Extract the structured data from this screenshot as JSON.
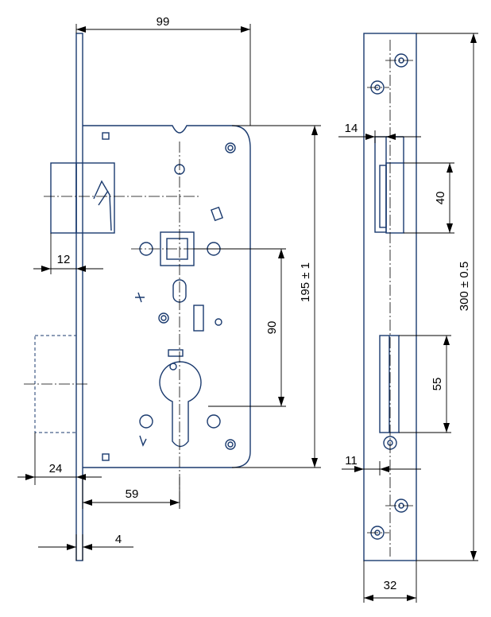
{
  "drawing": {
    "lock_body": {
      "dimensions": {
        "backset_total": "99",
        "faceplate_offset": "12",
        "follower_to_cylinder": "90",
        "body_height": "195 ± 1",
        "case_offset": "24",
        "backset": "59",
        "faceplate_thickness": "4"
      }
    },
    "strike_plate": {
      "dimensions": {
        "latch_offset": "14",
        "latch_opening": "40",
        "plate_height": "300 ± 0.5",
        "bolt_opening": "55",
        "bolt_offset": "11",
        "plate_width": "32"
      }
    }
  }
}
